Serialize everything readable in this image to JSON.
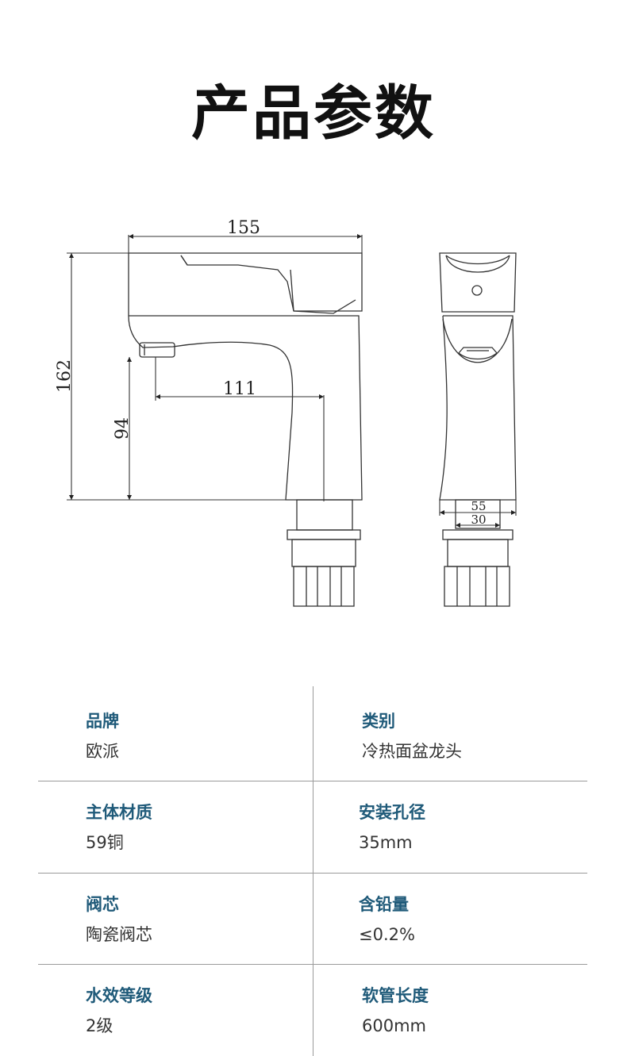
{
  "title": "产品参数",
  "drawing": {
    "dims": {
      "total_width": "155",
      "total_height": "162",
      "spout_reach": "111",
      "spout_height": "94",
      "base_width": "55",
      "thread_width": "30"
    }
  },
  "specs": [
    {
      "label": "品牌",
      "value": "欧派"
    },
    {
      "label": "类别",
      "value": "冷热面盆龙头"
    },
    {
      "label": "主体材质",
      "value": "59铜"
    },
    {
      "label": "安装孔径",
      "value": "35mm"
    },
    {
      "label": "阀芯",
      "value": "陶瓷阀芯"
    },
    {
      "label": "含铅量",
      "value": "≤0.2%"
    },
    {
      "label": "水效等级",
      "value": "2级"
    },
    {
      "label": "软管长度",
      "value": "600mm"
    }
  ],
  "colors": {
    "label": "#1f5a79",
    "value": "#333333",
    "title": "#111111",
    "line": "#9a9a9a"
  }
}
